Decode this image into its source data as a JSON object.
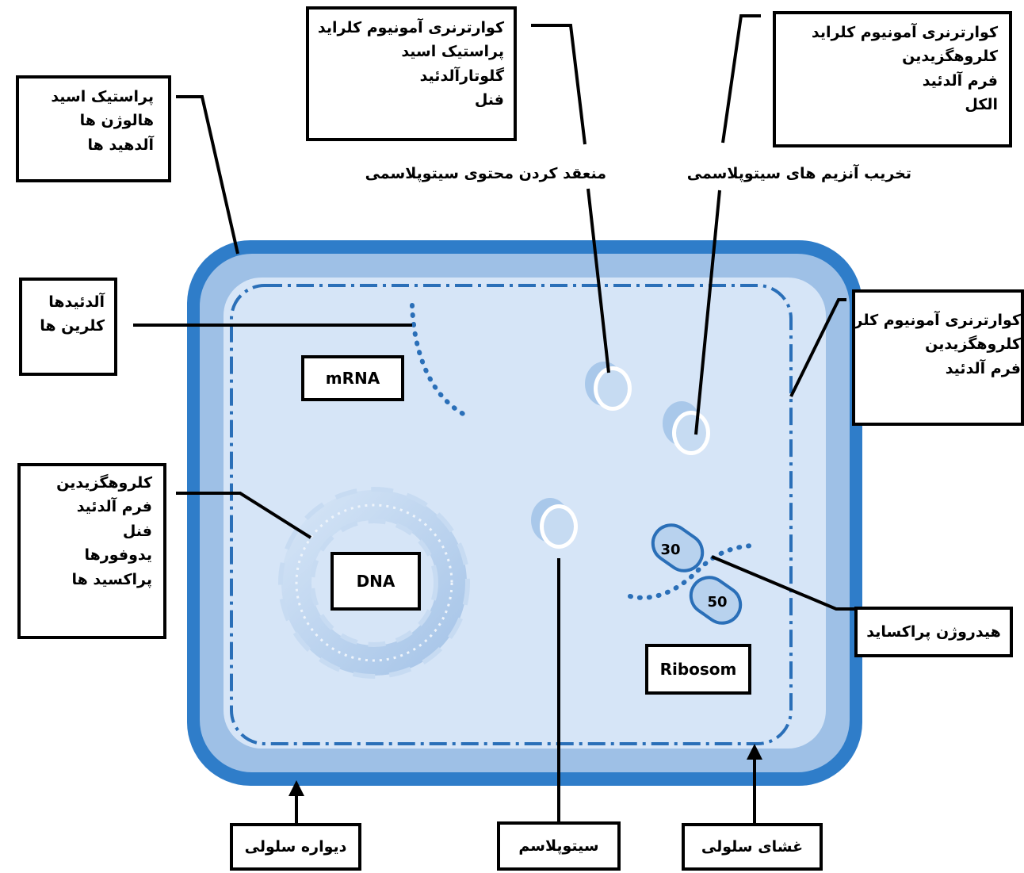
{
  "agents_top_left": [
    "پراستیک اسید",
    "هالوژن ها",
    "آلدهید ها"
  ],
  "agents_top_middle": [
    "کوارترنری آمونیوم کلراید",
    "پراستیک اسید",
    "گلوتارآلدئید",
    "فنل"
  ],
  "agents_top_right": [
    "کوارترنری آمونیوم کلراید",
    "کلروهگزیدین",
    "فرم آلدئید",
    "الکل"
  ],
  "effect_coagulation": "منعقد کردن محتوی سیتوپلاسمی",
  "effect_enzyme": "تخریب آنزیم های سیتوپلاسمی",
  "agents_mrna": [
    "آلدئیدها",
    "کلرین ها"
  ],
  "agents_membrane": [
    "کوارترنری آمونیوم کلراید",
    "کلروهگزیدین",
    "فرم آلدئید"
  ],
  "agents_dna": [
    "کلروهگزیدین",
    "فرم آلدئید",
    "فنل",
    "یدوفورها",
    "پراکسید ها"
  ],
  "agents_ribosome": "هیدروژن پراکساید",
  "label_mrna": "mRNA",
  "label_dna": "DNA",
  "label_ribosome": "Ribosom",
  "ribosome_subunit_small": "30",
  "ribosome_subunit_large": "50",
  "label_cell_wall": "دیواره سلولی",
  "label_cytoplasm": "سیتوپلاسم",
  "label_cell_membrane": "غشای سلولی",
  "colors": {
    "wall": "#2f7dc9",
    "wall_inner": "#9ec0e6",
    "cytoplasm": "#d6e5f7",
    "membrane_line": "#2a6fb8",
    "dna": "#b8d2ee",
    "vesicle": "#a9c8ea"
  }
}
